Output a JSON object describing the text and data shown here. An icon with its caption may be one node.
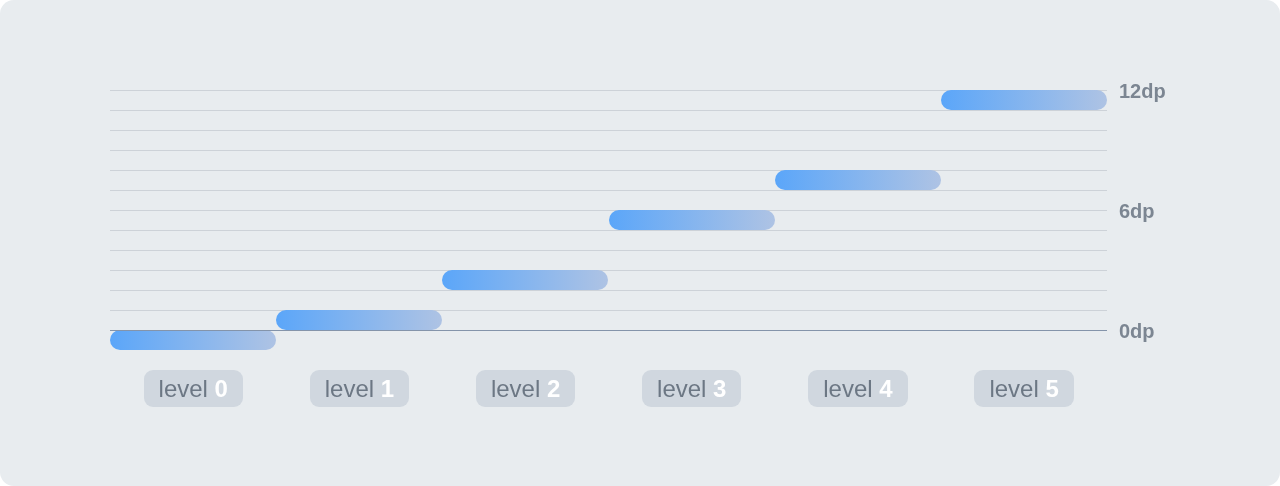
{
  "diagram": {
    "nodes": [
      {
        "text": [],
        "shape": "bar"
      },
      {
        "text": [],
        "shape": "bar"
      },
      {
        "text": [],
        "shape": "bar"
      },
      {
        "text": [],
        "shape": "bar"
      },
      {
        "text": [],
        "shape": "bar"
      },
      {
        "text": [],
        "shape": "bar"
      },
      {
        "text": [
          "level **0**"
        ]
      },
      {
        "text": [
          "level **1**"
        ]
      },
      {
        "text": [
          "level **2**"
        ]
      },
      {
        "text": [
          "level **3**"
        ]
      },
      {
        "text": [
          "level **4**"
        ]
      },
      {
        "text": [
          "level **5**"
        ]
      }
    ],
    "labels": [
      "12dp",
      "6dp",
      "0dp"
    ]
  }
}
